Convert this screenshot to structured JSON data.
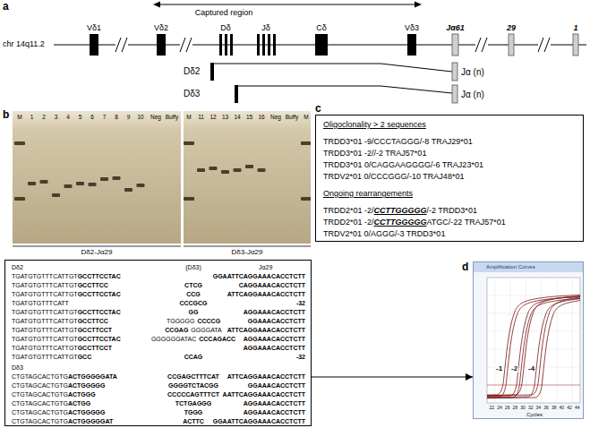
{
  "diagram": {
    "nodes": [
      {
        "text": [
          "Dδ2",
          "(Dδ3)",
          "Jα29",
          "TGATGTGTTTCATTGT",
          "GCCTTCCTAC",
          "GGAATTCAGGAAACACCTCTT",
          "TGATGTGTTTCATTGT",
          "GCCTTCC",
          "CTCG",
          "CAGGAAACACCTCTT",
          "TGATGTGTTTCATTGT",
          "GCCTTCCTAC",
          "CCG",
          "ATTCAGGAAACACCTCTT",
          "TGATGTGTTTCATT",
          "CCCGCG",
          "-32",
          "TGATGTGTTTCATTGT",
          "GCCTTCCTAC",
          "GG",
          "AGGAAACACCTCTT",
          "TGATGTGTTTCATTGT",
          "GCCTTCC",
          "TGGGGG",
          "CCCCG",
          "GGAAACACCTCTT",
          "TGATGTGTTTCATTGT",
          "GCCTTCCT",
          "CCGAG",
          "GGGGATA",
          "ATTCAGGAAACACCTCTT",
          "TGATGTGTTTCATTGT",
          "GCCTTCCTAC",
          "GGGGGGATAC",
          "CCCAGACC",
          "AGGAAACACCTCTT",
          "TGATGTGTTTCATTGT",
          "GCCTTCCT",
          "AGGAAACACCTCTT",
          "TGATGTGTTTCATTGT",
          "GCC",
          "CCAG",
          "-32",
          "Dδ3",
          "CTGTAGCACTGTG",
          "ACTGGGGGATA",
          "CCGAGCTTTCAT",
          "ATTCAGGAAACACCTCTT",
          "CTGTAGCACTGTG",
          "ACTGGGGG",
          "GGGGTCTACGG",
          "GGAAACACCTCTT",
          "CTGTAGCACTGTG",
          "ACTGGG",
          "CCCCCAGTTTCT",
          "AATTCAGGAAACACCTCTT",
          "CTGTAGCACTGTG",
          "ACTGG",
          "TCTGAGGG",
          "AGGAAACACCTCTT",
          "CTGTAGCACTGTG",
          "ACTGGGGG",
          "TGGG",
          "AGGAAACACCTCTT",
          "CTGTAGCACTGTG",
          "ACTGGGGGAT",
          "ACTTC",
          "GGAATTCAGGAAACACCTCTT"
        ]
      },
      {
        "text": [
          "Oligoclonality > 2 sequences",
          "TRDD3*01 -9/CCCTAGGG/-8 TRAJ29*01",
          "TRDD3*01 -2//-2 TRAJ57*01",
          "TRDD3*01 0/CAGGAAGGGG/-6 TRAJ23*01",
          "TRDV2*01 0/CCCGGG/-10 TRAJ48*01",
          "Ongoing rearrangements",
          "TRDD2*01 -2/",
          "CCTTGGGGG",
          "/-2 TRDD3*01",
          "TRDD2*01 -2/",
          "CCTTGGGGG",
          "ATGC/-22 TRAJ57*01",
          "TRDV2*01 0/AGGG/-3 TRDD3*01"
        ]
      },
      {
        "text": [
          "Amplification Curves",
          "-1",
          "-2",
          "-4",
          "22",
          "24",
          "26",
          "28",
          "30",
          "32",
          "34",
          "36",
          "38",
          "40",
          "42",
          "44",
          "Cycles"
        ]
      }
    ],
    "edges": [
      {
        "from": 0,
        "to": 2,
        "arrow": "to"
      }
    ],
    "labels": [
      "a",
      "Captured region",
      "Vδ1",
      "Vδ2",
      "Dδ",
      "Jδ",
      "Cδ",
      "Vδ3",
      "Jα61",
      "29",
      "1",
      "chr 14q11.2",
      "Dδ2",
      "Jα (n)",
      "Dδ3",
      "Jα (n)",
      "b",
      "M",
      "1",
      "2",
      "3",
      "4",
      "5",
      "6",
      "7",
      "8",
      "9",
      "10",
      "Neg",
      "Buffy",
      "M",
      "11",
      "12",
      "13",
      "14",
      "15",
      "16",
      "Neg",
      "Buffy",
      "M",
      "Dδ2-Jα29",
      "Dδ3-Jα29",
      "c",
      "d"
    ]
  }
}
